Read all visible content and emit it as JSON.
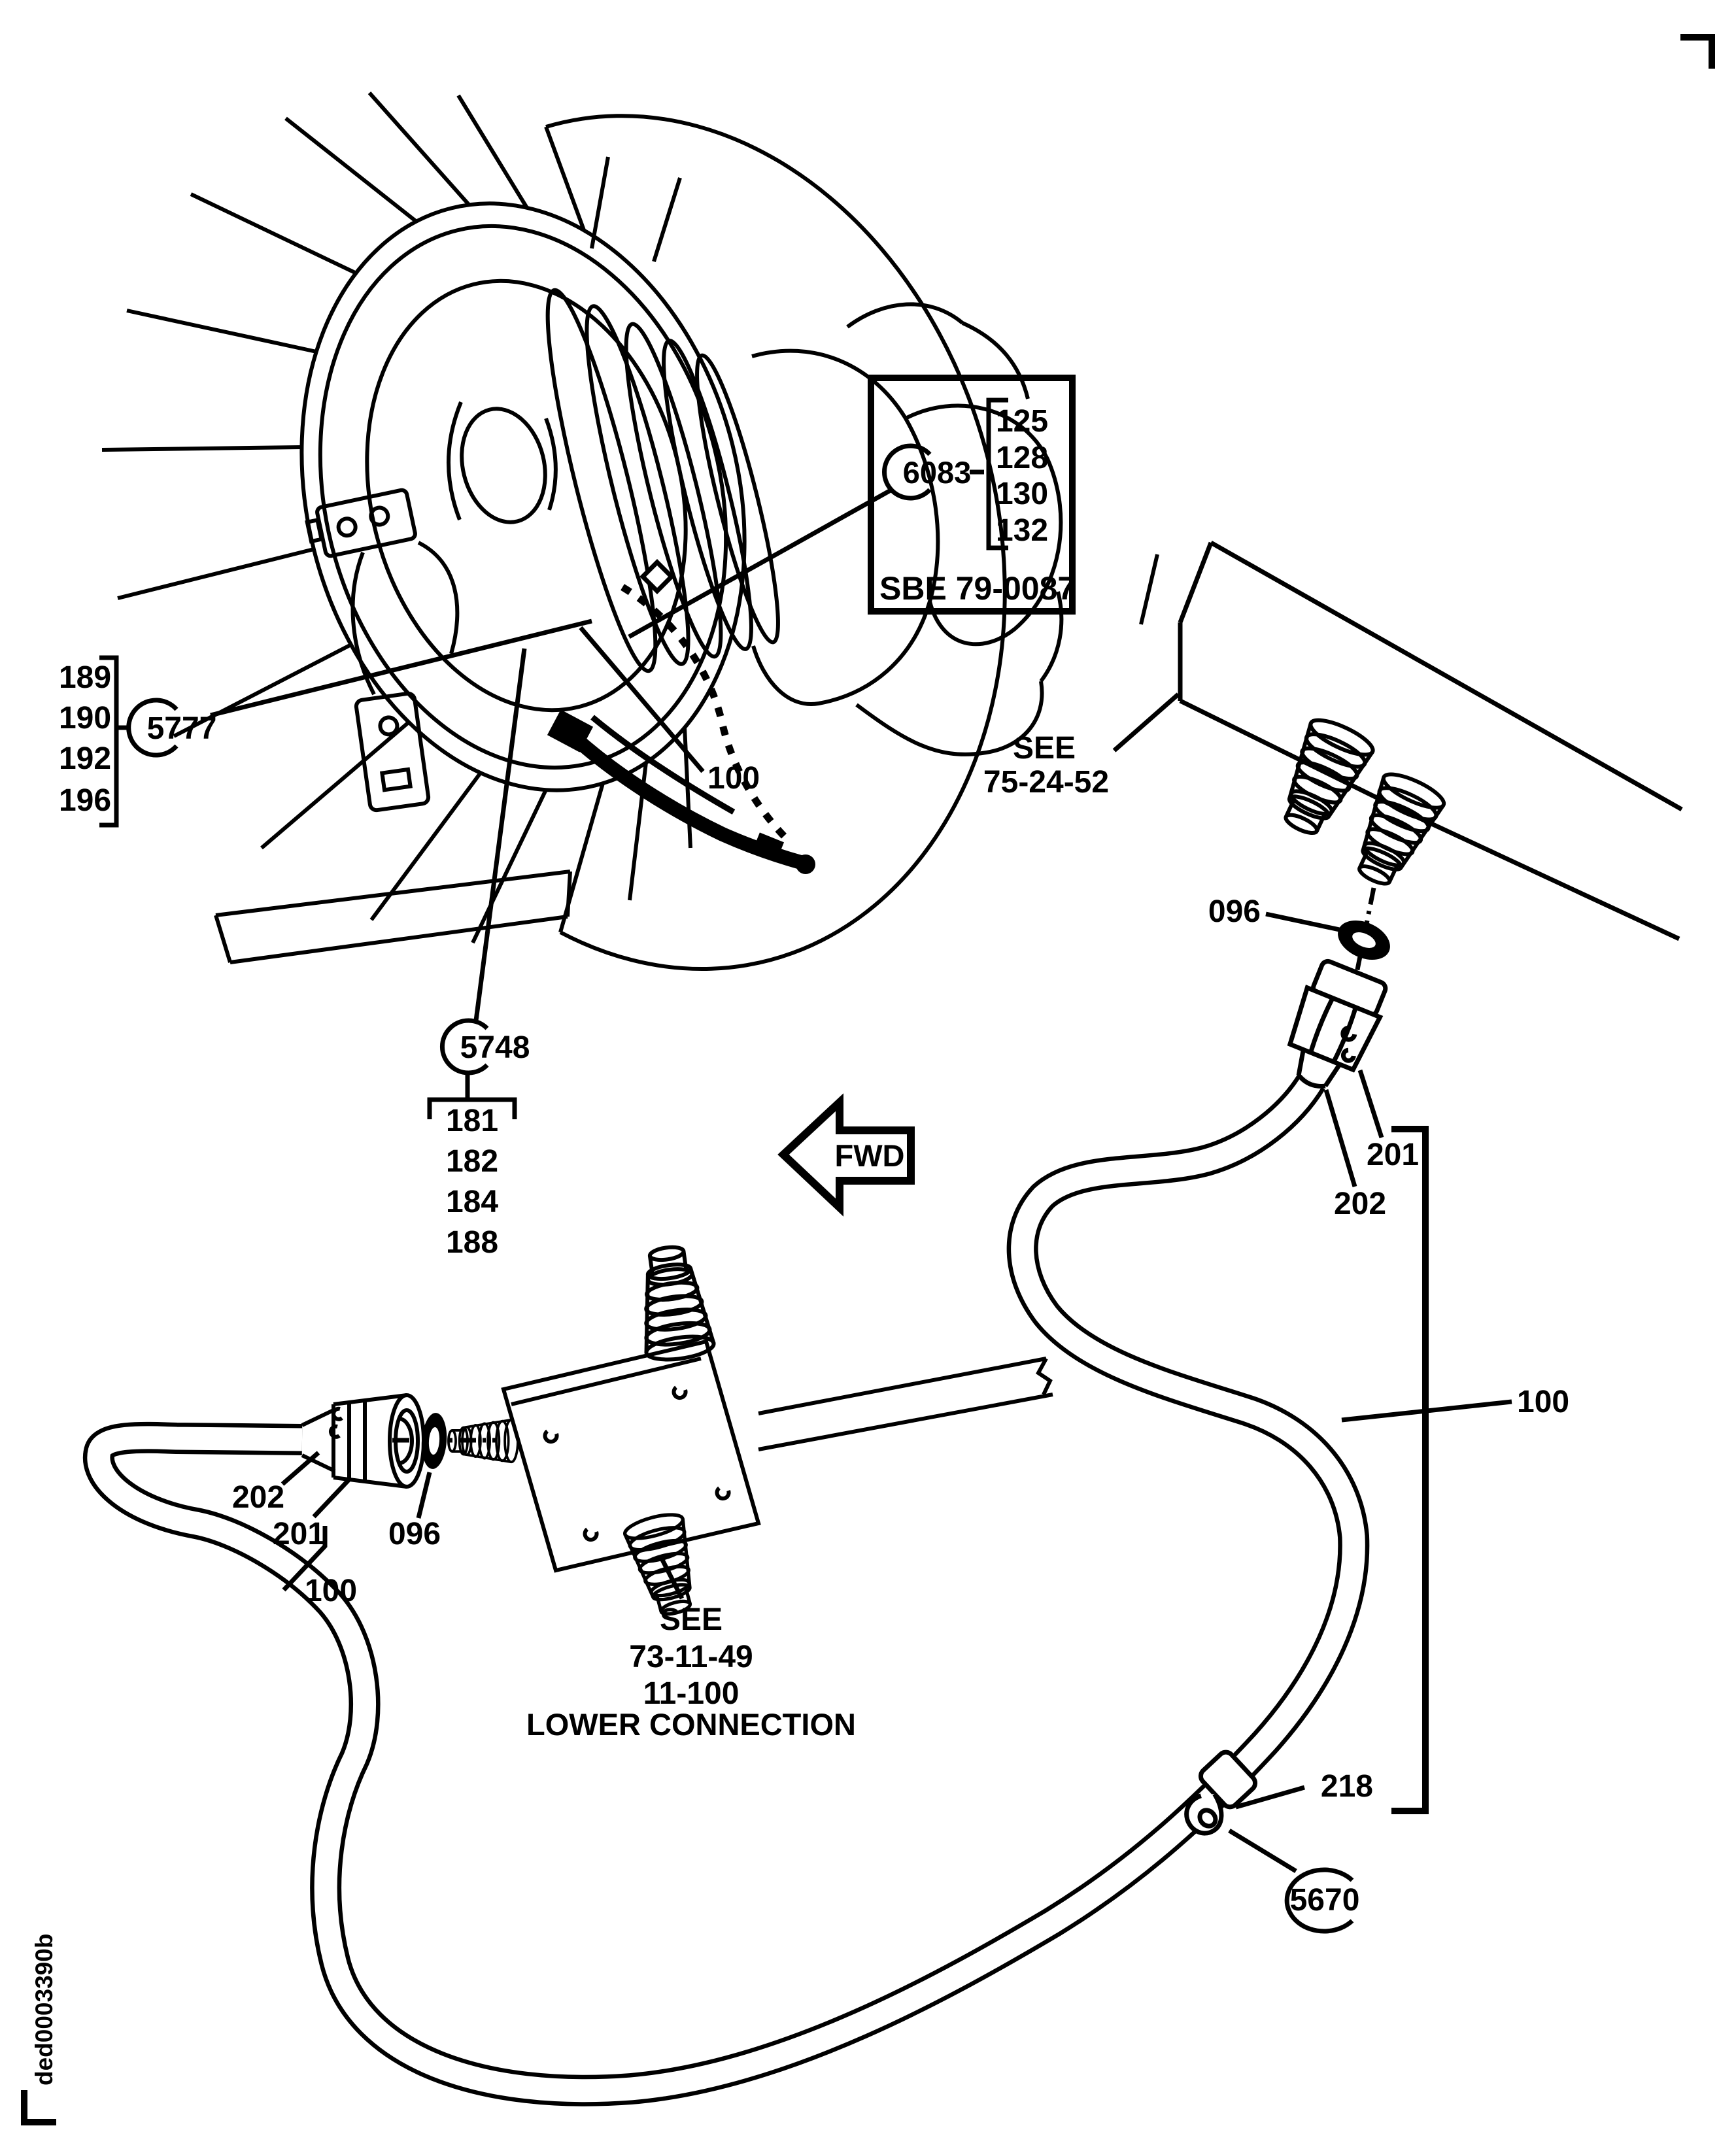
{
  "page": {
    "doc_id": "ded0003390b",
    "fwd": "FWD"
  },
  "callout_5777": {
    "id": "5777",
    "items": [
      "189",
      "190",
      "192",
      "196"
    ]
  },
  "callout_5748": {
    "id": "5748",
    "items": [
      "181",
      "182",
      "184",
      "188"
    ]
  },
  "callout_6083": {
    "id": "6083",
    "items": [
      "125",
      "128",
      "130",
      "132"
    ],
    "ref": "SBE 79-0087"
  },
  "callout_5670": {
    "id": "5670"
  },
  "labels": {
    "tube_at_engine": "100",
    "oring_right": "096",
    "nut_right": "201",
    "sleeve_right": "202",
    "tube_right": "100",
    "clamp": "218",
    "sleeve_left": "202",
    "nut_left": "201",
    "oring_left": "096",
    "tube_left": "100"
  },
  "see_references": {
    "panel": {
      "line1": "SEE",
      "line2": "75-24-52"
    },
    "lower": {
      "line1": "SEE",
      "line2": "73-11-49",
      "line3": "11-100",
      "line4": "LOWER CONNECTION"
    }
  }
}
